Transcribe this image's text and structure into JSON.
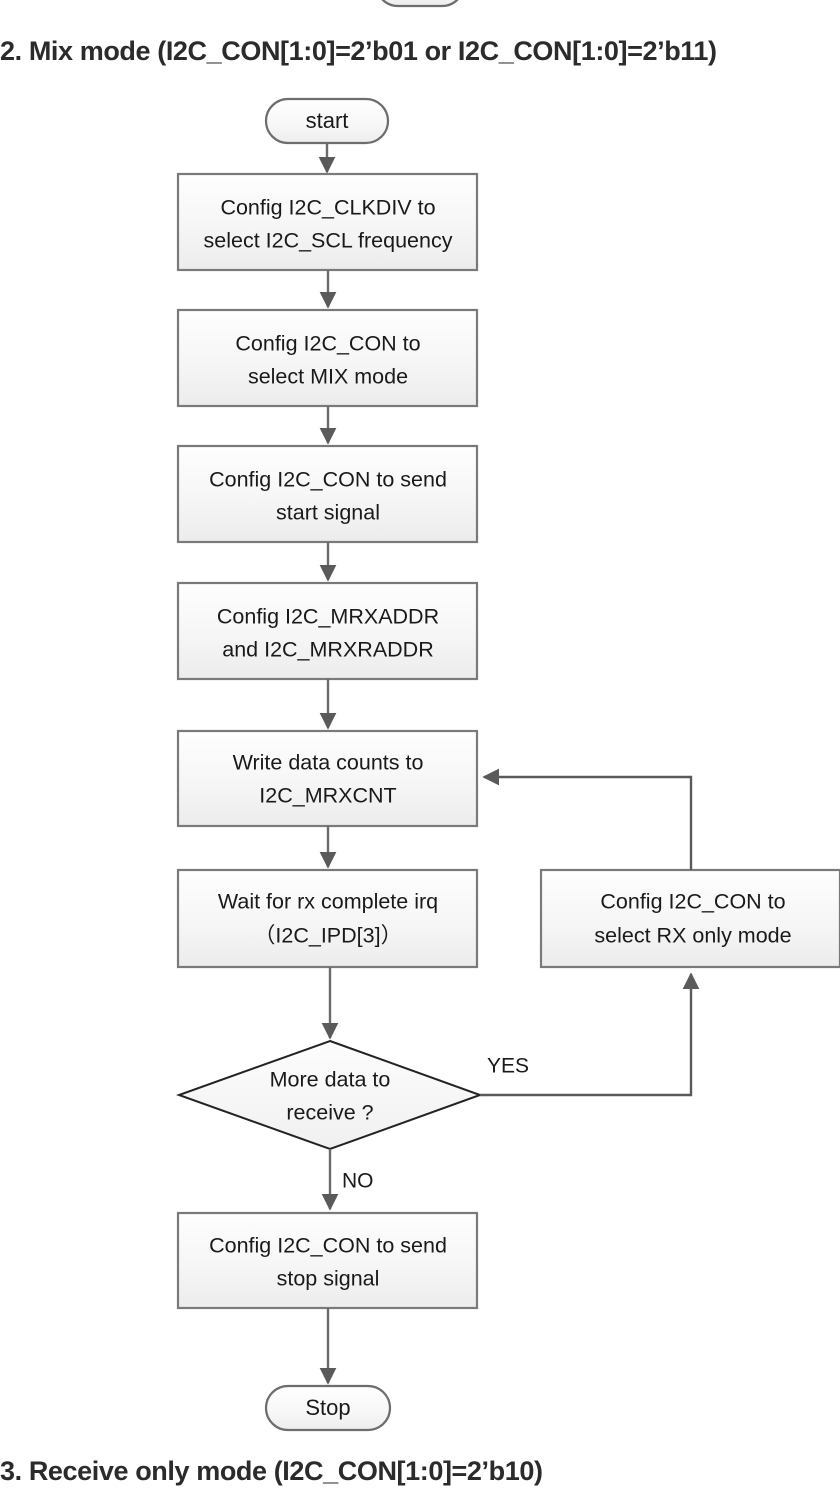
{
  "headings": {
    "mix_mode": "2. Mix mode (I2C_CON[1:0]=2’b01 or I2C_CON[1:0]=2’b11)",
    "receive_only": "3. Receive only mode (I2C_CON[1:0]=2’b10)"
  },
  "colors": {
    "node_fill_top": "#fdfdfd",
    "node_fill_bottom": "#eeeeee",
    "node_border": "#7a7a7a",
    "diamond_border": "#232323",
    "connector": "#6b6b6b",
    "text": "#1a1a1a",
    "heading_text": "#2b2b2b",
    "background": "#ffffff"
  },
  "flowchart": {
    "title": "Mix mode flow",
    "nodes": [
      {
        "id": "start",
        "type": "terminator",
        "label": "start"
      },
      {
        "id": "clkdiv",
        "type": "process",
        "line1": "Config I2C_CLKDIV to",
        "line2": "select I2C_SCL frequency"
      },
      {
        "id": "mixmode",
        "type": "process",
        "line1": "Config I2C_CON to",
        "line2": "select MIX  mode"
      },
      {
        "id": "startsignal",
        "type": "process",
        "line1": "Config I2C_CON to send",
        "line2": "start signal"
      },
      {
        "id": "mrxaddr",
        "type": "process",
        "line1": "Config I2C_MRXADDR",
        "line2": "and I2C_MRXRADDR"
      },
      {
        "id": "mrxcnt",
        "type": "process",
        "line1": "Write data counts to",
        "line2": "I2C_MRXCNT"
      },
      {
        "id": "waitirq",
        "type": "process",
        "line1": "Wait for rx complete irq",
        "line2": "（I2C_IPD[3]）"
      },
      {
        "id": "rxonly",
        "type": "process",
        "line1": "Config I2C_CON to",
        "line2": "select RX only  mode"
      },
      {
        "id": "decision",
        "type": "decision",
        "line1": "More data to",
        "line2": "receive ?"
      },
      {
        "id": "stopsignal",
        "type": "process",
        "line1": "Config I2C_CON to send",
        "line2": "stop signal"
      },
      {
        "id": "stop",
        "type": "terminator",
        "label": "Stop"
      }
    ],
    "edge_labels": {
      "yes": "YES",
      "no": "NO"
    }
  }
}
